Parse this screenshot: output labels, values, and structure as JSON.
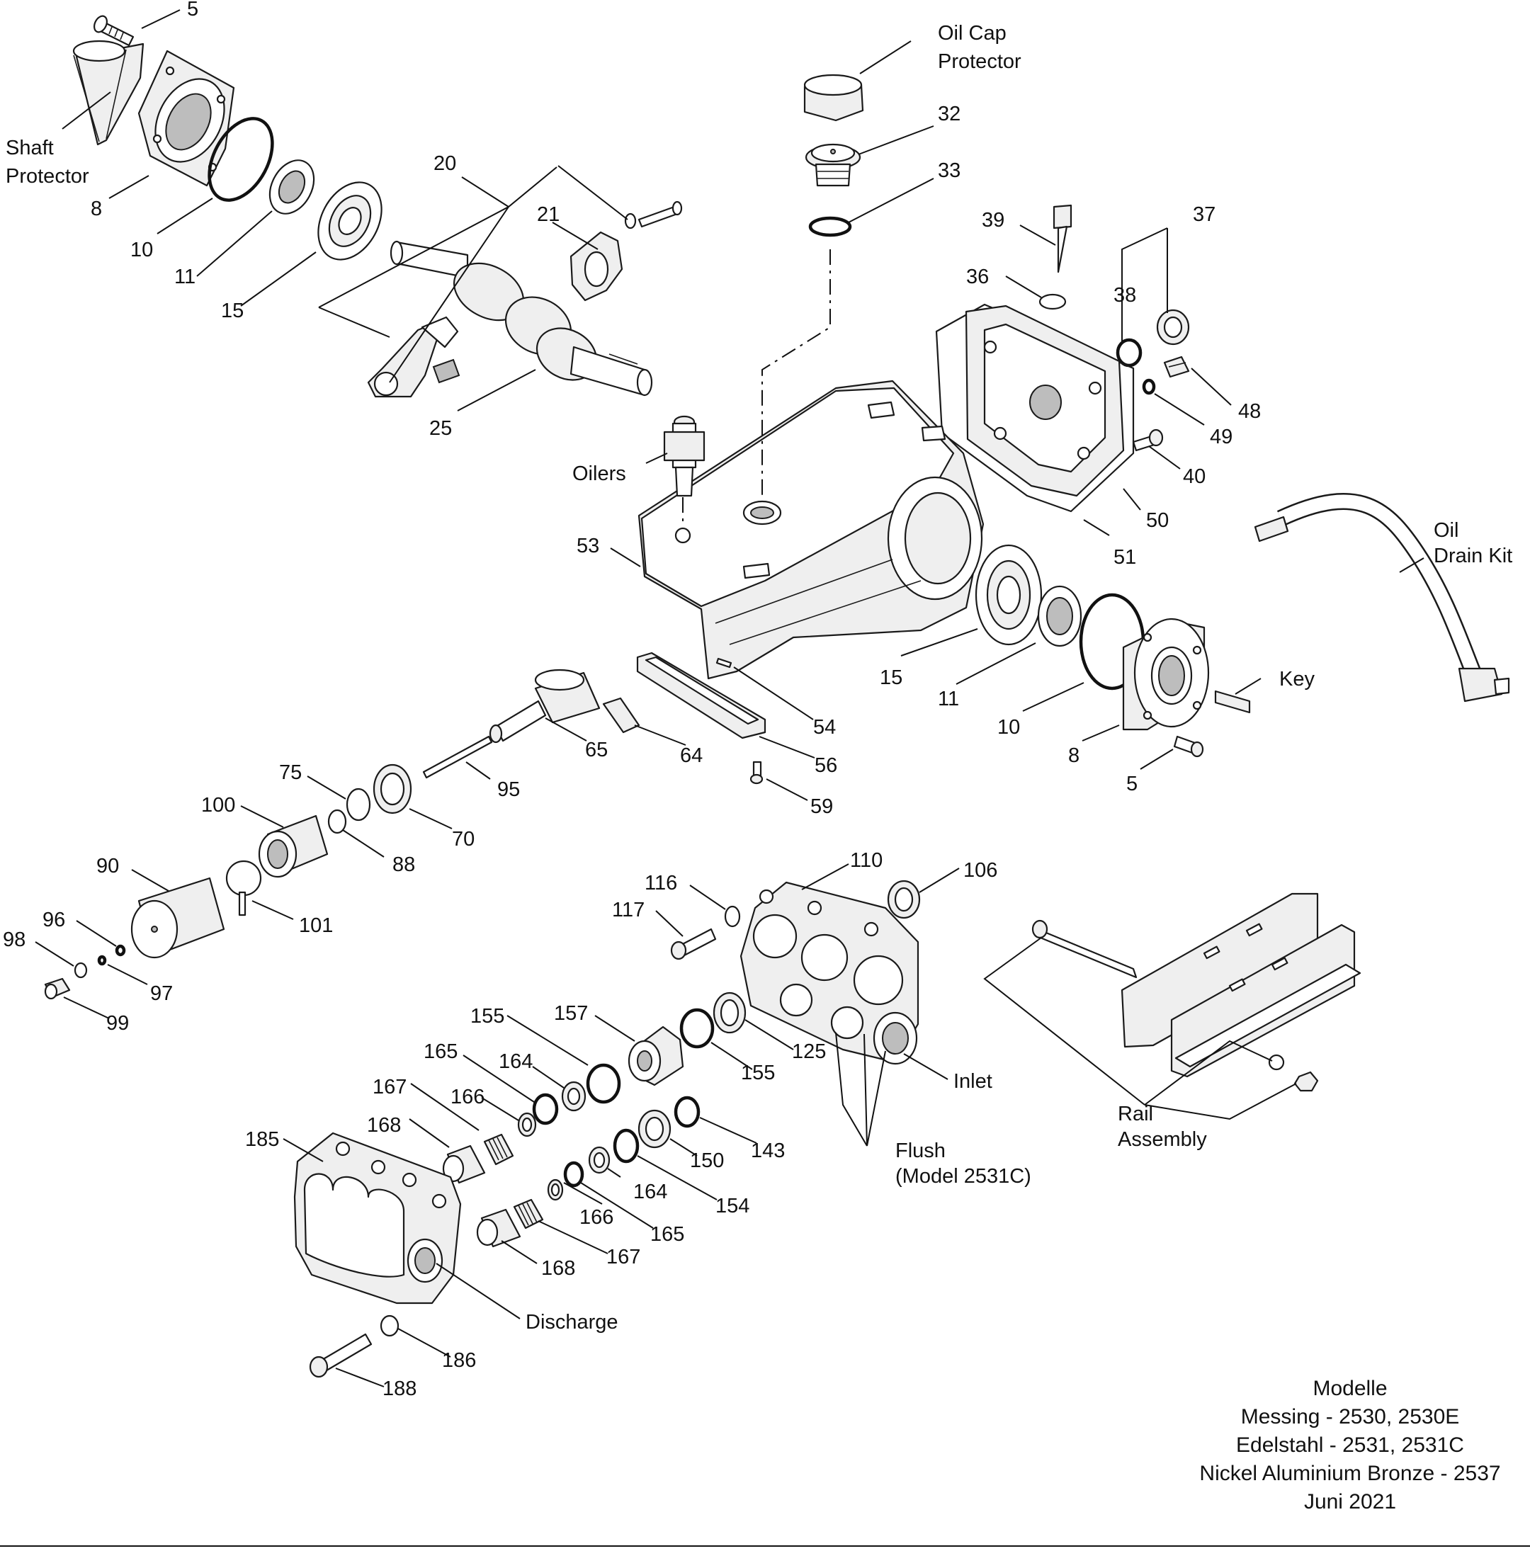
{
  "labels": {
    "l5a": "5",
    "shaft_protector_1": "Shaft",
    "shaft_protector_2": "Protector",
    "l8a": "8",
    "l10a": "10",
    "l11a": "11",
    "l15a": "15",
    "l20": "20",
    "l21": "21",
    "l25": "25",
    "oil_cap_1": "Oil Cap",
    "oil_cap_2": "Protector",
    "l32": "32",
    "l33": "33",
    "l39": "39",
    "l37": "37",
    "l36": "36",
    "l38": "38",
    "l48": "48",
    "l49": "49",
    "l40": "40",
    "oilers": "Oilers",
    "l50": "50",
    "l51": "51",
    "l53": "53",
    "oil_drain_1": "Oil",
    "oil_drain_2": "Drain Kit",
    "l15b": "15",
    "l11b": "11",
    "key": "Key",
    "l10b": "10",
    "l8b": "8",
    "l5b": "5",
    "l54": "54",
    "l56": "56",
    "l59": "59",
    "l64": "64",
    "l65": "65",
    "l95": "95",
    "l75": "75",
    "l70": "70",
    "l100": "100",
    "l88": "88",
    "l90": "90",
    "l101": "101",
    "l96": "96",
    "l98": "98",
    "l97": "97",
    "l99": "99",
    "l110": "110",
    "l106": "106",
    "l116": "116",
    "l117": "117",
    "l155a": "155",
    "l157": "157",
    "l125": "125",
    "l155b": "155",
    "inlet": "Inlet",
    "l165a": "165",
    "l164a": "164",
    "l167a": "167",
    "l166a": "166",
    "l168a": "168",
    "l185": "185",
    "l143": "143",
    "l150": "150",
    "l164b": "164",
    "l154": "154",
    "l166b": "166",
    "l165b": "165",
    "l167b": "167",
    "l168b": "168",
    "discharge": "Discharge",
    "flush_1": "Flush",
    "flush_2": "(Model 2531C)",
    "rail_1": "Rail",
    "rail_2": "Assembly",
    "l186": "186",
    "l188": "188"
  },
  "footer": {
    "title": "Modelle",
    "line1": "Messing - 2530, 2530E",
    "line2": "Edelstahl - 2531, 2531C",
    "line3": "Nickel Aluminium Bronze - 2537",
    "date": "Juni 2021"
  }
}
